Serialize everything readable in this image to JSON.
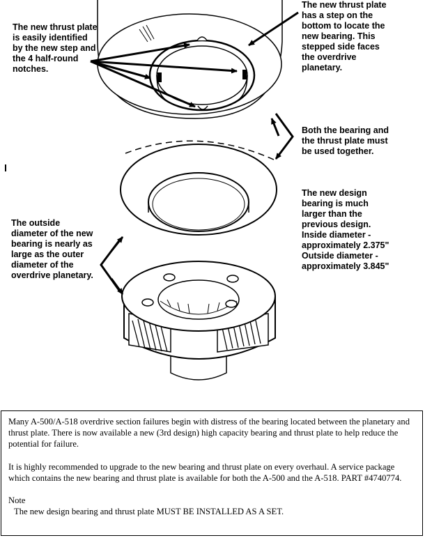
{
  "callouts": {
    "thrust_plate_identify": "The new thrust plate\nis easily identified\nby the new step and\nthe 4 half-round\nnotches.",
    "thrust_plate_step": "The new thrust plate\nhas a step on the\nbottom to locate the\nnew bearing.  This\nstepped side faces\nthe overdrive\nplanetary.",
    "used_together": "Both the bearing and\nthe thrust plate must\nbe used together.",
    "bearing_size": "The new design\nbearing is much\nlarger than the\nprevious design.\nInside diameter -\napproximately 2.375\"\nOutside diameter -\napproximately 3.845\"",
    "outside_diameter": "The outside\ndiameter of the new\nbearing is nearly as\nlarge as the outer\ndiameter of the\noverdrive planetary."
  },
  "textbox": {
    "paragraph1": "Many A-500/A-518 overdrive section failures begin with distress of the bearing located between the planetary and thrust plate. There is now available a new (3rd design) high capacity bearing and thrust plate to help reduce the potential for failure.",
    "paragraph2": "It is highly recommended to upgrade to the new bearing and thrust plate on every overhaul. A service package which contains the new bearing and thrust plate is available for both the A-500 and the A-518. PART #4740774.",
    "note_label": "Note",
    "note_text": "The new design bearing and thrust plate MUST BE INSTALLED AS A SET."
  }
}
